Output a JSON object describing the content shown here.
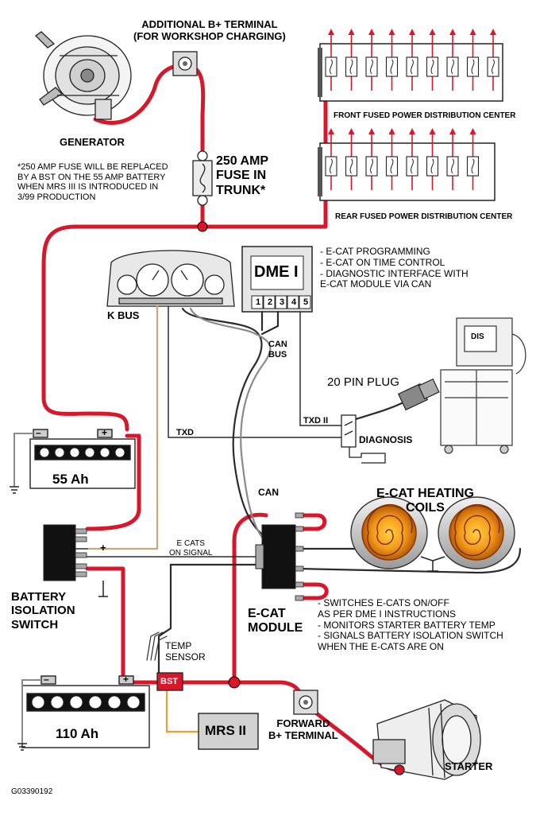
{
  "labels": {
    "additional_terminal": "ADDITIONAL B+ TERMINAL\n(FOR WORKSHOP CHARGING)",
    "generator": "GENERATOR",
    "fuse_note": "*250 AMP FUSE WILL BE REPLACED\nBY A BST ON THE 55 AMP BATTERY\nWHEN MRS III IS INTRODUCED IN\n3/99 PRODUCTION",
    "fuse_250": "250 AMP\nFUSE IN\nTRUNK*",
    "front_fused": "FRONT FUSED POWER DISTRIBUTION CENTER",
    "rear_fused": "REAR FUSED POWER DISTRIBUTION CENTER",
    "dme": "DME I",
    "dme_pins": [
      "1",
      "2",
      "3",
      "4",
      "5"
    ],
    "dme_notes": "- E-CAT PROGRAMMING\n- E-CAT ON TIME CONTROL\n- DIAGNOSTIC INTERFACE WITH\n  E-CAT MODULE VIA CAN",
    "k_bus": "K BUS",
    "can_bus": "CAN\nBUS",
    "pin_plug": "20 PIN PLUG",
    "txd_ii": "TXD II",
    "txd": "TXD",
    "diagnosis": "DIAGNOSIS",
    "battery_55": "55 Ah",
    "can": "CAN",
    "ecat_coils": "E-CAT HEATING\nCOILS",
    "ecats_on_signal": "E CATS\nON SIGNAL",
    "battery_isolation": "BATTERY\nISOLATION\nSWITCH",
    "ecat_module": "E-CAT\nMODULE",
    "module_notes": "- SWITCHES E-CATS ON/OFF\n  AS PER DME I INSTRUCTIONS\n- MONITORS STARTER BATTERY TEMP\n- SIGNALS BATTERY ISOLATION SWITCH\n  WHEN THE E-CATS ARE ON",
    "temp_sensor": "TEMP\nSENSOR",
    "bst": "BST",
    "battery_110": "110 Ah",
    "mrs": "MRS II",
    "forward_terminal": "FORWARD\nB+ TERMINAL",
    "starter": "STARTER",
    "figure_id": "G03390192",
    "plus": "+",
    "minus": "–",
    "dis_screen": "DIS"
  },
  "colors": {
    "power_wire": "#d8182a",
    "signal_wire": "#2b2b2b",
    "tan_wire": "#c8a878",
    "gray_wire": "#8a8a8a",
    "orange_wire": "#e8a030",
    "module_gray": "#d2d2d2",
    "coil_glow": "#f39a1a"
  },
  "icons": [
    "generator-icon",
    "instrument-cluster-icon",
    "diagnostic-tester-icon",
    "diagnostic-plug-icon",
    "starter-motor-icon",
    "heating-coil-icon",
    "fuse-icon",
    "ground-icon"
  ]
}
